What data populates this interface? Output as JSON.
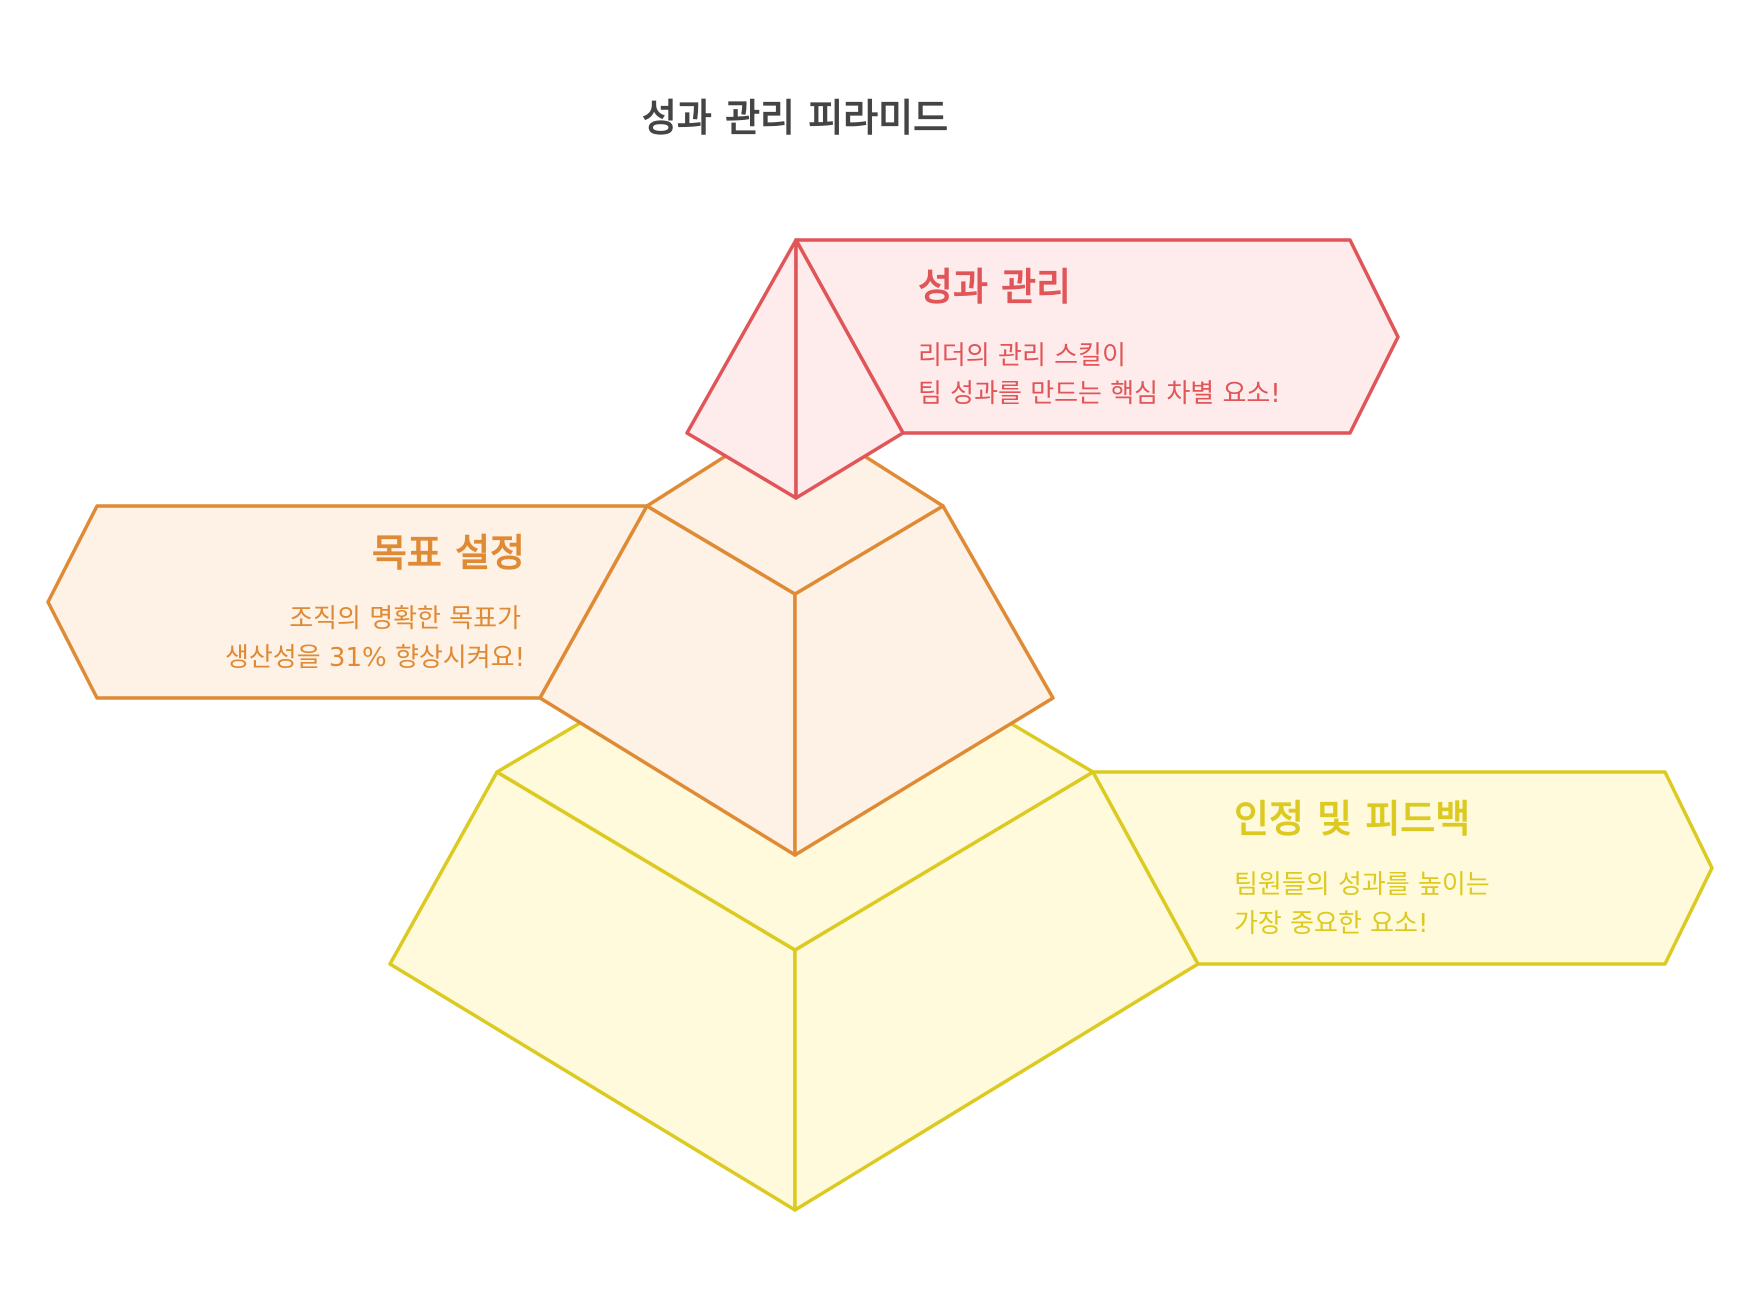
{
  "title": "성과 관리 피라미드",
  "colors": {
    "title": "#444444",
    "red_stroke": "#e05558",
    "red_fill": "#feecec",
    "orange_stroke": "#df8a34",
    "orange_fill": "#fef1e6",
    "yellow_stroke": "#dcca22",
    "yellow_fill": "#fefadb"
  },
  "levels": {
    "top": {
      "heading": "성과 관리",
      "line1": "리더의 관리 스킬이",
      "line2": "팀 성과를 만드는 핵심 차별 요소!"
    },
    "middle": {
      "heading": "목표 설정",
      "line1": "조직의 명확한 목표가",
      "line2": "생산성을 31% 향상시켜요!"
    },
    "bottom": {
      "heading": "인정 및 피드백",
      "line1": "팀원들의 성과를 높이는",
      "line2": "가장 중요한 요소!"
    }
  }
}
